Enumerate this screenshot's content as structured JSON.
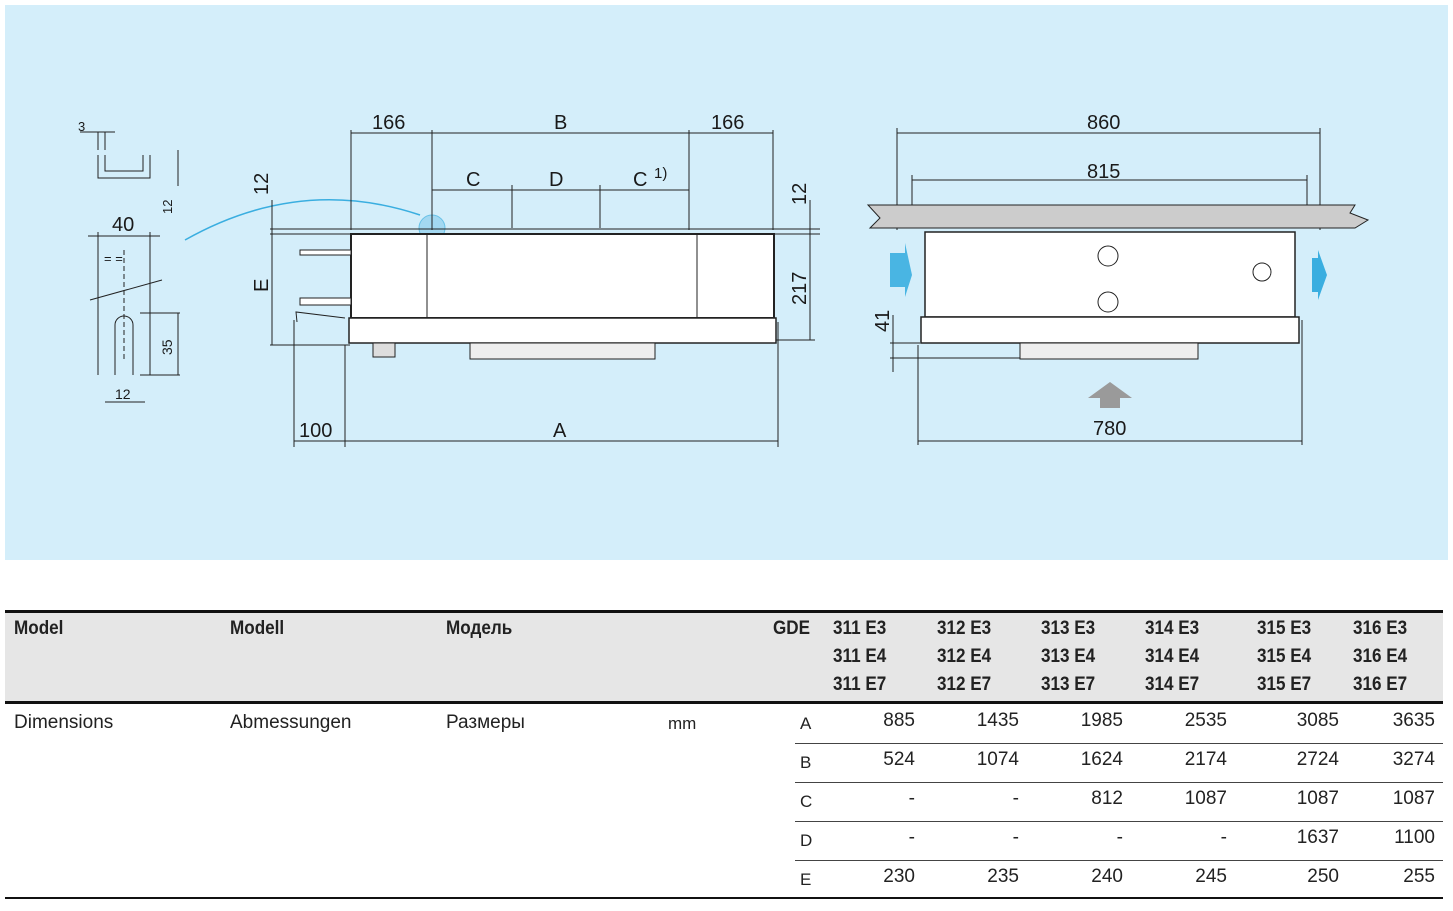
{
  "diagram": {
    "dims": {
      "d3": "3",
      "d12a": "12",
      "d40": "40",
      "eq": "= =",
      "d35": "35",
      "d12b": "12",
      "d166a": "166",
      "B": "B",
      "d166b": "166",
      "C": "C",
      "D": "D",
      "C2": "C",
      "note": "1)",
      "d12c": "12",
      "d12d": "12",
      "E": "E",
      "d217": "217",
      "d100": "100",
      "A": "A",
      "d860": "860",
      "d815": "815",
      "d41": "41",
      "d780": "780"
    },
    "colors": {
      "background": "#d4eefa",
      "arrow": "#3aaee0",
      "airflow_in": "#9a9a9a"
    }
  },
  "table": {
    "header": {
      "model_en": "Model",
      "model_de": "Modell",
      "model_ru": "Модель",
      "series": "GDE",
      "models": [
        [
          "311 E3",
          "311 E4",
          "311 E7"
        ],
        [
          "312 E3",
          "312 E4",
          "312 E7"
        ],
        [
          "313 E3",
          "313 E4",
          "313 E7"
        ],
        [
          "314 E3",
          "314 E4",
          "314 E7"
        ],
        [
          "315 E3",
          "315 E4",
          "315 E7"
        ],
        [
          "316 E3",
          "316 E4",
          "316 E7"
        ]
      ]
    },
    "row_label": {
      "en": "Dimensions",
      "de": "Abmessungen",
      "ru": "Размеры",
      "unit": "mm"
    },
    "rows": [
      {
        "key": "A",
        "values": [
          "885",
          "1435",
          "1985",
          "2535",
          "3085",
          "3635"
        ]
      },
      {
        "key": "B",
        "values": [
          "524",
          "1074",
          "1624",
          "2174",
          "2724",
          "3274"
        ]
      },
      {
        "key": "C",
        "values": [
          "-",
          "-",
          "812",
          "1087",
          "1087",
          "1087"
        ]
      },
      {
        "key": "D",
        "values": [
          "-",
          "-",
          "-",
          "-",
          "1637",
          "1100"
        ]
      },
      {
        "key": "E",
        "values": [
          "230",
          "235",
          "240",
          "245",
          "250",
          "255"
        ]
      }
    ]
  }
}
